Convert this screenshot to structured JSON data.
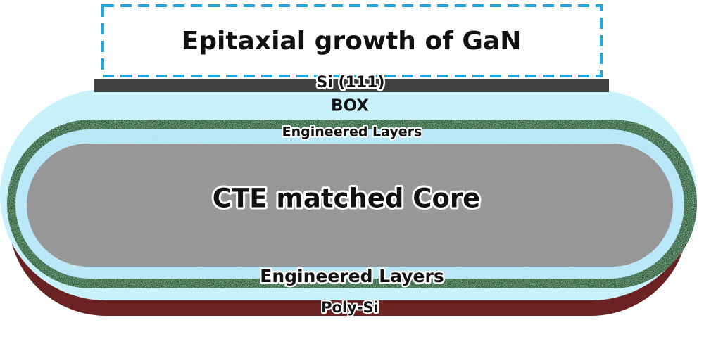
{
  "diagram": {
    "labels": {
      "epitaxial": "Epitaxial growth of GaN",
      "si111": "Si (111)",
      "box": "BOX",
      "engineered_top": "Engineered Layers",
      "core": "CTE matched Core",
      "engineered_bottom": "Engineered Layers",
      "polysi": "Poly-Si"
    },
    "colors": {
      "dashed_border": "#1fa8e0",
      "si111": "#3f3f3f",
      "box": "#c8f1fb",
      "engineered": "#1f5a32",
      "inner_ring": "#b6e6f7",
      "core": "#9c9c9c",
      "polysi": "#6b2222"
    }
  }
}
